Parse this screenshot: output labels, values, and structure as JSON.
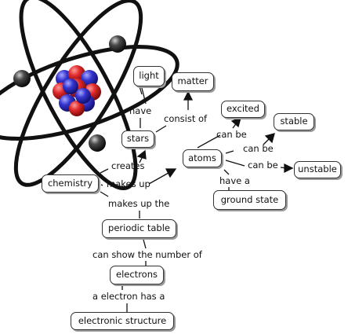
{
  "nodes": {
    "light": "light",
    "matter": "matter",
    "stars": "stars",
    "excited": "excited",
    "stable": "stable",
    "atoms": "atoms",
    "unstable": "unstable",
    "chemistry": "chemistry",
    "ground_state": "ground state",
    "periodic_table": "periodic table",
    "electrons": "electrons",
    "electronic_structure": "electronic structure"
  },
  "links": {
    "have": "have",
    "consist_of": "consist of",
    "creates": "creates",
    "makes_up": "makes up",
    "can_be_1": "can be",
    "can_be_2": "can be",
    "can_be_3": "can be",
    "have_a": "have a",
    "makes_up_the": "makes up the",
    "can_show_the_number_of": "can show the number of",
    "a_electron_has_a": "a electron has a"
  },
  "colors": {
    "proton": "#d42020",
    "neutron": "#3030c8",
    "electron": "#2a2a2a",
    "orbit": "#111111",
    "node_border": "#333333",
    "node_shadow": "#9a9a9a"
  },
  "illustration": "atom-icon"
}
